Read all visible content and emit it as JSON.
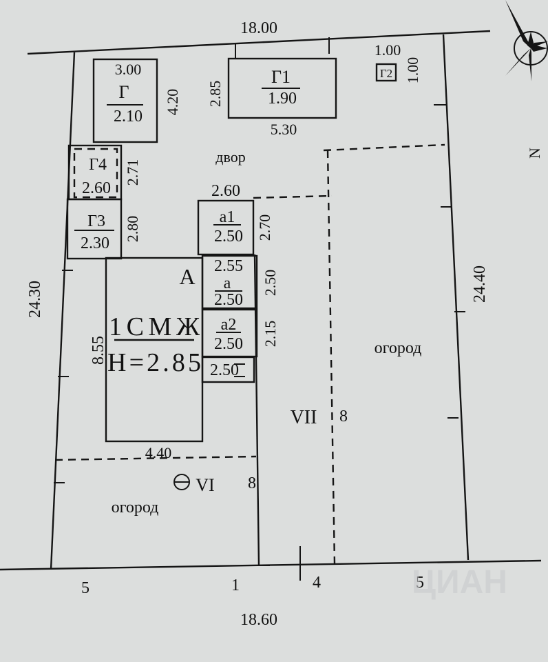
{
  "dimensions": {
    "top_width": "18.00",
    "bottom_width": "18.60",
    "left_height": "24.30",
    "right_height": "24.40",
    "bottom_segments": [
      "5",
      "1",
      "4",
      "5"
    ]
  },
  "outbuildings": {
    "g": {
      "label": "Г",
      "width": "3.00",
      "length": "4.20",
      "value": "2.10"
    },
    "g1": {
      "label": "Г1",
      "value": "1.90",
      "length": "2.85",
      "width": "5.30"
    },
    "g2": {
      "label": "Г2",
      "width": "1.00",
      "length": "1.00"
    },
    "g4": {
      "label": "Г4",
      "value": "2.60",
      "length": "2.71"
    },
    "g3": {
      "label": "Г3",
      "value": "2.30",
      "length": "2.80"
    }
  },
  "house": {
    "letter": "А",
    "type": "1СМЖ",
    "height": "Н=2.85",
    "length": "8.55",
    "width": "4.40"
  },
  "annexes": {
    "a1": {
      "label": "а1",
      "value": "2.50",
      "top_width": "2.60",
      "length": "2.70"
    },
    "a": {
      "label": "а",
      "value": "2.50",
      "top_width": "2.55",
      "length": "2.50"
    },
    "a2": {
      "label": "а2",
      "value": "2.50",
      "length": "2.15"
    },
    "porch": {
      "value": "2.50"
    }
  },
  "zones": {
    "yard": "двор",
    "garden_left": "огород",
    "garden_right": "огород",
    "zone_vi": "VI",
    "zone_vii": "VII",
    "fence_vi": "8",
    "fence_vii": "8"
  },
  "watermark": "ЦИАН"
}
